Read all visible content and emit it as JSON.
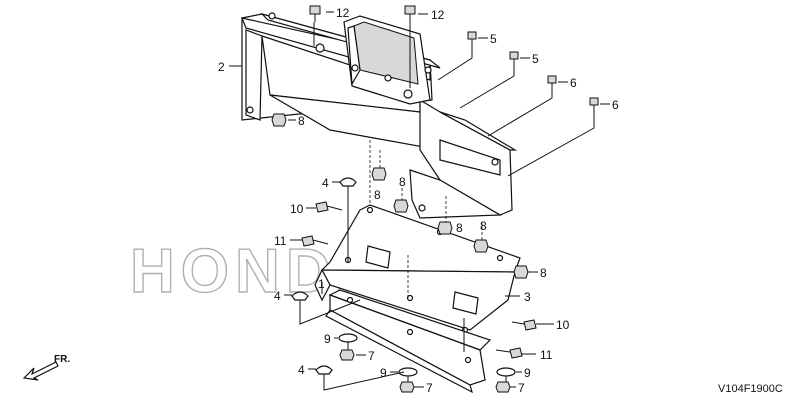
{
  "watermark": {
    "text": "HONDA"
  },
  "diagram_code": "V104F1900C",
  "direction_label": "FR.",
  "callouts": [
    {
      "id": "c-12a",
      "text": "12"
    },
    {
      "id": "c-12b",
      "text": "12"
    },
    {
      "id": "c-5a",
      "text": "5"
    },
    {
      "id": "c-5b",
      "text": "5"
    },
    {
      "id": "c-6a",
      "text": "6"
    },
    {
      "id": "c-6b",
      "text": "6"
    },
    {
      "id": "c-2",
      "text": "2"
    },
    {
      "id": "c-8a",
      "text": "8"
    },
    {
      "id": "c-4a",
      "text": "4"
    },
    {
      "id": "c-8b",
      "text": "8"
    },
    {
      "id": "c-8c",
      "text": "8"
    },
    {
      "id": "c-10a",
      "text": "10"
    },
    {
      "id": "c-8d",
      "text": "8"
    },
    {
      "id": "c-8e",
      "text": "8"
    },
    {
      "id": "c-11a",
      "text": "11"
    },
    {
      "id": "c-8f",
      "text": "8"
    },
    {
      "id": "c-4b",
      "text": "4"
    },
    {
      "id": "c-1",
      "text": "1"
    },
    {
      "id": "c-3",
      "text": "3"
    },
    {
      "id": "c-10b",
      "text": "10"
    },
    {
      "id": "c-9a",
      "text": "9"
    },
    {
      "id": "c-7a",
      "text": "7"
    },
    {
      "id": "c-11b",
      "text": "11"
    },
    {
      "id": "c-4c",
      "text": "4"
    },
    {
      "id": "c-9b",
      "text": "9"
    },
    {
      "id": "c-9c",
      "text": "9"
    },
    {
      "id": "c-7b",
      "text": "7"
    },
    {
      "id": "c-7c",
      "text": "7"
    }
  ]
}
